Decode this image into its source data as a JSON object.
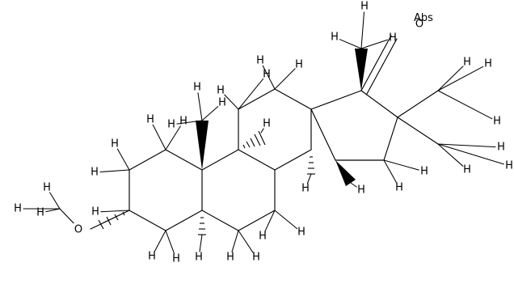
{
  "molecule": {
    "abs_label": "Abs",
    "atoms": {
      "hydrogen": "H",
      "oxygen": "O"
    }
  }
}
